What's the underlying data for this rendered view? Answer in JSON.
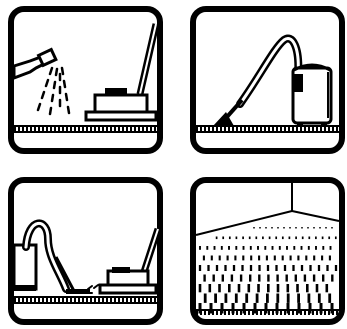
{
  "pictograms": [
    {
      "step": "spray",
      "icons": [
        "spray-bottle-icon",
        "floor-scrubber-icon",
        "carpet-icon"
      ]
    },
    {
      "step": "vacuum",
      "icons": [
        "wet-vacuum-icon",
        "carpet-icon"
      ]
    },
    {
      "step": "scrub-and-extract",
      "icons": [
        "wet-vacuum-icon",
        "floor-scrubber-icon",
        "carpet-icon"
      ]
    },
    {
      "step": "dry",
      "icons": [
        "room-corner-icon",
        "carpet-icon"
      ]
    }
  ],
  "colors": {
    "ink": "#000000",
    "paper": "#ffffff"
  }
}
